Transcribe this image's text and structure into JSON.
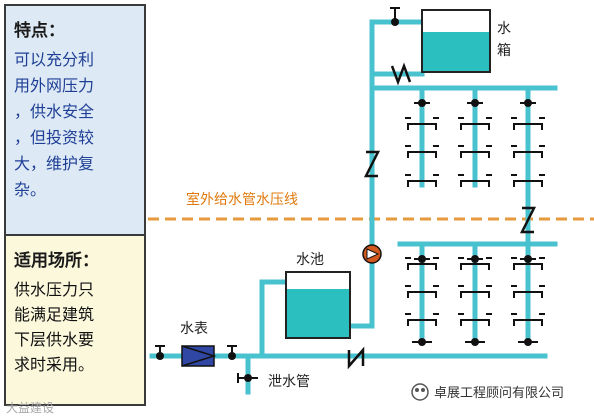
{
  "features": {
    "title": "特点：",
    "body": "可以充分利\n用外网压力\n，供水安全\n，但投资较\n大，维护复\n杂。"
  },
  "usage": {
    "title": "适用场所：",
    "body": "供水压力只\n能满足建筑\n下层供水要\n求时采用。"
  },
  "labels": {
    "tank_top_1": "水",
    "tank_top_2": "箱",
    "pool": "水池",
    "meter": "水表",
    "drain": "泄水管",
    "pressure_line": "室外给水管水压线"
  },
  "watermark": "大益建设",
  "brand": "卓展工程顾问有限公司",
  "colors": {
    "pipe": "#48c2ce",
    "water": "#2bbfbf",
    "pressure_line": "#e69a3c",
    "pump": "#d2581e"
  }
}
